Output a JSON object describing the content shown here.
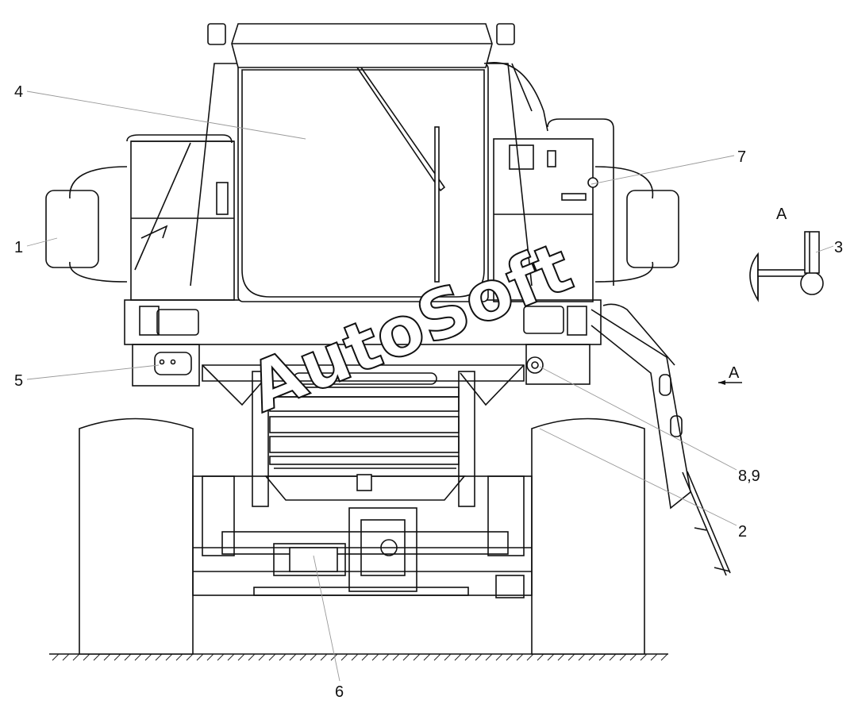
{
  "callouts": {
    "c1": "1",
    "c2": "2",
    "c3": "3",
    "c4": "4",
    "c5": "5",
    "c6": "6",
    "c7": "7",
    "c89": "8,9"
  },
  "view": {
    "label_top": "A",
    "label_arrow": "A"
  },
  "watermark": "AutoSoft"
}
